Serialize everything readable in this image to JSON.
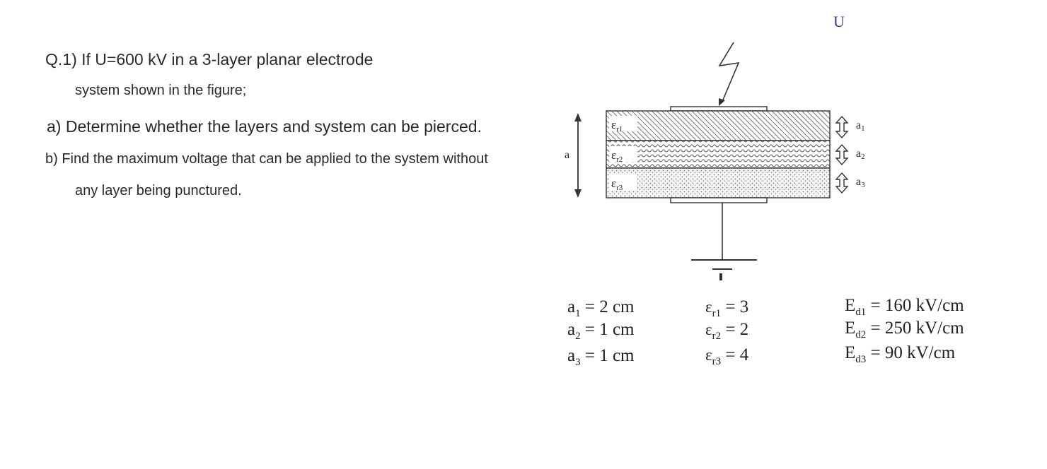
{
  "question": {
    "title_line1": "Q.1) If U=600 kV in a 3-layer planar electrode",
    "title_line2": "system shown in the figure;",
    "part_a": "a) Determine whether the layers and system can be pierced.",
    "part_b_line1": "b) Find the maximum voltage that can be applied to the system without",
    "part_b_line2": "any layer being punctured."
  },
  "figure": {
    "voltage_label": "U",
    "total_thickness_label": "a",
    "layers": [
      {
        "eps_symbol": "ε",
        "eps_sub": "r1",
        "thickness_symbol": "a",
        "thickness_sub": "1"
      },
      {
        "eps_symbol": "ε",
        "eps_sub": "r2",
        "thickness_symbol": "a",
        "thickness_sub": "2"
      },
      {
        "eps_symbol": "ε",
        "eps_sub": "r3",
        "thickness_symbol": "a",
        "thickness_sub": "3"
      }
    ]
  },
  "parameters": {
    "thickness": [
      {
        "sym": "a",
        "sub": "1",
        "value": " = 2 cm"
      },
      {
        "sym": "a",
        "sub": "2",
        "value": " = 1 cm"
      },
      {
        "sym": "a",
        "sub": "3",
        "value": " = 1 cm"
      }
    ],
    "permittivity": [
      {
        "sym": "ε",
        "sub": "r1",
        "value": " = 3"
      },
      {
        "sym": "ε",
        "sub": "r2",
        "value": " = 2"
      },
      {
        "sym": "ε",
        "sub": "r3",
        "value": " = 4"
      }
    ],
    "breakdown_strength": [
      {
        "sym": "E",
        "sub": "d1",
        "value": " = 160 kV/cm"
      },
      {
        "sym": "E",
        "sub": "d2",
        "value": " = 250 kV/cm"
      },
      {
        "sym": "E",
        "sub": "d3",
        "value": " = 90 kV/cm"
      }
    ]
  }
}
